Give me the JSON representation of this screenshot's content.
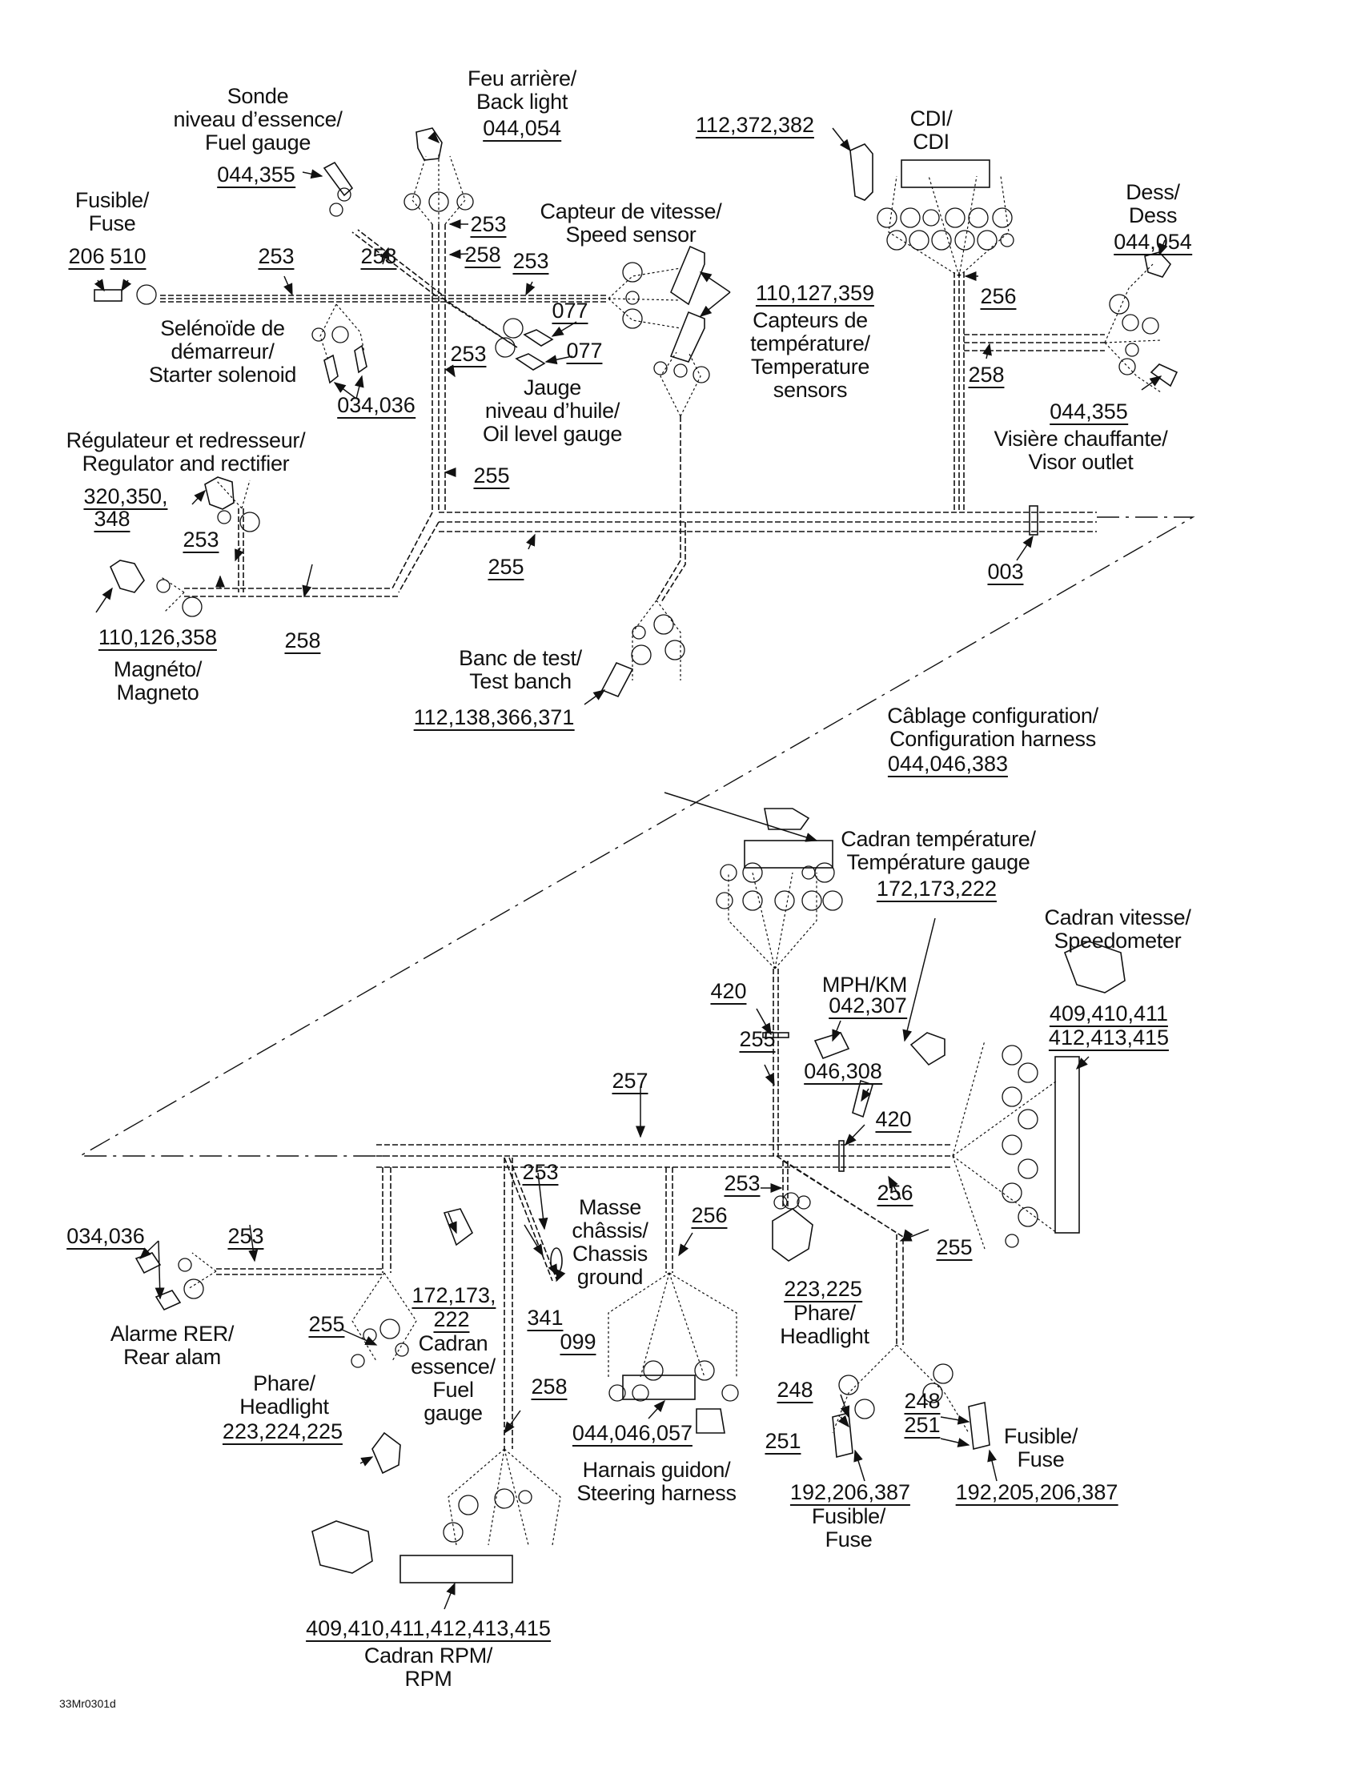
{
  "figure_code": "33Mr0301d",
  "upper_harness": {
    "components": [
      {
        "id": "fuse-top",
        "fr": "Fusible/",
        "en": "Fuse",
        "refs": [
          "206",
          "510"
        ]
      },
      {
        "id": "fuel-gauge-sender",
        "fr": "Sonde niveau d'essence/",
        "en": "Fuel gauge",
        "refs": [
          "044,355"
        ]
      },
      {
        "id": "back-light",
        "fr": "Feu arrière/",
        "en": "Back light",
        "refs": [
          "044,054"
        ]
      },
      {
        "id": "cdi",
        "fr": "CDI/",
        "en": "CDI",
        "refs": [
          "112,372,382"
        ]
      },
      {
        "id": "speed-sensor",
        "fr": "Capteur de vitesse/",
        "en": "Speed sensor",
        "refs": []
      },
      {
        "id": "temperature-sensors",
        "fr": "Capteurs de température/",
        "en": "Temperature sensors",
        "refs": [
          "110,127,359"
        ]
      },
      {
        "id": "dess",
        "fr": "Dess/",
        "en": "Dess",
        "refs": [
          "044,054"
        ]
      },
      {
        "id": "starter-solenoid",
        "fr": "Selénoïde de démarreur/",
        "en": "Starter solenoid",
        "refs": [
          "034,036"
        ]
      },
      {
        "id": "oil-level-gauge",
        "fr": "Jauge niveau d'huile/",
        "en": "Oil level gauge",
        "refs": [
          "077",
          "077"
        ]
      },
      {
        "id": "visor-outlet",
        "fr": "Visière chauffante/",
        "en": "Visor outlet",
        "refs": [
          "044,355"
        ]
      },
      {
        "id": "regulator-rectifier",
        "fr": "Régulateur et redresseur/",
        "en": "Regulator and rectifier",
        "refs": [
          "320,350,",
          "348"
        ]
      },
      {
        "id": "magneto",
        "fr": "Magnéto/",
        "en": "Magneto",
        "refs": [
          "110,126,358"
        ]
      },
      {
        "id": "test-bench",
        "fr": "Banc de test/",
        "en": "Test banch",
        "refs": [
          "112,138,366,371"
        ]
      }
    ],
    "wire_refs": [
      "253",
      "253",
      "253",
      "253",
      "258",
      "253",
      "253",
      "256",
      "258",
      "255",
      "255",
      "253",
      "258",
      "003"
    ]
  },
  "lower_harness": {
    "components": [
      {
        "id": "config-harness",
        "fr": "Câblage configuration/",
        "en": "Configuration harness",
        "refs": [
          "044,046,383"
        ]
      },
      {
        "id": "temp-gauge",
        "fr": "Cadran température/",
        "en": "Température gauge",
        "refs": [
          "172,173,222"
        ]
      },
      {
        "id": "speedometer",
        "fr": "Cadran vitesse/",
        "en": "Speedometer",
        "refs": [
          "409,410,411",
          "412,413,415"
        ]
      },
      {
        "id": "mph-km",
        "fr": "MPH/KM",
        "en": "",
        "refs": [
          "042,307"
        ]
      },
      {
        "id": "switch-046",
        "fr": "",
        "en": "",
        "refs": [
          "046,308"
        ]
      },
      {
        "id": "rear-alarm",
        "fr": "Alarme RER/",
        "en": "Rear alam",
        "refs": [
          "034,036"
        ]
      },
      {
        "id": "fuel-dial",
        "fr": "Cadran essence/",
        "en": "Fuel gauge",
        "refs": [
          "172,173,",
          "222"
        ]
      },
      {
        "id": "chassis-ground",
        "fr": "Masse châssis/",
        "en": "Chassis ground",
        "refs": [
          "341",
          "099"
        ]
      },
      {
        "id": "headlight-right",
        "fr": "Phare/",
        "en": "Headlight",
        "refs": [
          "223,225"
        ]
      },
      {
        "id": "headlight-left",
        "fr": "Phare/",
        "en": "Headlight",
        "refs": [
          "223,224,225"
        ]
      },
      {
        "id": "steering-harness",
        "fr": "Harnais guidon/",
        "en": "Steering harness",
        "refs": [
          "044,046,057"
        ]
      },
      {
        "id": "fuse-left",
        "fr": "Fusible/",
        "en": "Fuse",
        "refs": [
          "248",
          "251",
          "192,206,387"
        ]
      },
      {
        "id": "fuse-right",
        "fr": "Fusible/",
        "en": "Fuse",
        "refs": [
          "248",
          "251",
          "192,205,206,387"
        ]
      },
      {
        "id": "rpm-dial",
        "fr": "Cadran RPM/",
        "en": "RPM",
        "refs": [
          "409,410,411,412,413,415"
        ]
      }
    ],
    "wire_refs": [
      "420",
      "255",
      "420",
      "257",
      "256",
      "253",
      "256",
      "253",
      "255",
      "255",
      "258"
    ]
  },
  "text": {
    "fuse_top_fr": "Fusible/",
    "fuse_top_en": "Fuse",
    "fuse_top_r1": "206",
    "fuse_top_r2": "510",
    "sonde_1": "Sonde",
    "sonde_2": "niveau d’essence/",
    "sonde_3": "Fuel gauge",
    "sonde_ref": "044,355",
    "feu_1": "Feu arrière/",
    "feu_2": "Back light",
    "feu_ref": "044,054",
    "cdi_ref": "112,372,382",
    "cdi_1": "CDI/",
    "cdi_2": "CDI",
    "speed_1": "Capteur de vitesse/",
    "speed_2": "Speed sensor",
    "temp_ref": "110,127,359",
    "temp_1": "Capteurs de",
    "temp_2": "température/",
    "temp_3": "Temperature",
    "temp_4": "sensors",
    "dess_1": "Dess/",
    "dess_2": "Dess",
    "dess_ref": "044,054",
    "sol_1": "Selénoïde de",
    "sol_2": "démarreur/",
    "sol_3": "Starter solenoid",
    "sol_ref": "034,036",
    "oil_ref1": "077",
    "oil_ref2": "077",
    "oil_1": "Jauge",
    "oil_2": "niveau d’huile/",
    "oil_3": "Oil level gauge",
    "visor_ref": "044,355",
    "visor_1": "Visière chauffante/",
    "visor_2": "Visor outlet",
    "reg_1": "Régulateur et redresseur/",
    "reg_2": "Regulator and rectifier",
    "reg_ref1": "320,350,",
    "reg_ref2": "348",
    "mag_ref": "110,126,358",
    "mag_1": "Magnéto/",
    "mag_2": "Magneto",
    "bench_1": "Banc de test/",
    "bench_2": "Test banch",
    "bench_ref": "112,138,366,371",
    "w253a": "253",
    "w253b": "253",
    "w253c": "253",
    "w253d": "253",
    "w258a": "258",
    "w253e": "253",
    "w256a": "256",
    "w258b": "258",
    "w255a": "255",
    "w255b": "255",
    "w253f": "253",
    "w258c": "258",
    "w003": "003",
    "cfg_1": "Câblage configuration/",
    "cfg_2": "Configuration harness",
    "cfg_ref": "044,046,383",
    "tg_1": "Cadran température/",
    "tg_2": "Température gauge",
    "tg_ref": "172,173,222",
    "spd_1": "Cadran vitesse/",
    "spd_2": "Speedometer",
    "spd_ref1": "409,410,411",
    "spd_ref2": "412,413,415",
    "mph_1": "MPH/KM",
    "mph_ref": "042,307",
    "sw_ref": "046,308",
    "w420a": "420",
    "w255c": "255",
    "w420b": "420",
    "w257": "257",
    "w256b": "256",
    "w253g": "253",
    "w256c": "256",
    "w253h": "253",
    "w255d": "255",
    "w255e": "255",
    "w258d": "258",
    "alarm_ref": "034,036",
    "alarm_1": "Alarme RER/",
    "alarm_2": "Rear alam",
    "w253i": "253",
    "fd_ref1": "172,173,",
    "fd_ref2": "222",
    "fd_1": "Cadran",
    "fd_2": "essence/",
    "fd_3": "Fuel",
    "fd_4": "gauge",
    "cg_1": "Masse",
    "cg_2": "châssis/",
    "cg_3": "Chassis",
    "cg_4": "ground",
    "cg_ref1": "341",
    "cg_ref2": "099",
    "hr_ref": "223,225",
    "hr_1": "Phare/",
    "hr_2": "Headlight",
    "hl_1": "Phare/",
    "hl_2": "Headlight",
    "hl_ref": "223,224,225",
    "st_ref": "044,046,057",
    "st_1": "Harnais guidon/",
    "st_2": "Steering harness",
    "fl_r1": "248",
    "fl_r2": "251",
    "fl_ref": "192,206,387",
    "fl_1": "Fusible/",
    "fl_2": "Fuse",
    "fr_r1": "248",
    "fr_r2": "251",
    "fr_ref": "192,205,206,387",
    "fr_1": "Fusible/",
    "fr_2": "Fuse",
    "rpm_ref": "409,410,411,412,413,415",
    "rpm_1": "Cadran RPM/",
    "rpm_2": "RPM"
  }
}
